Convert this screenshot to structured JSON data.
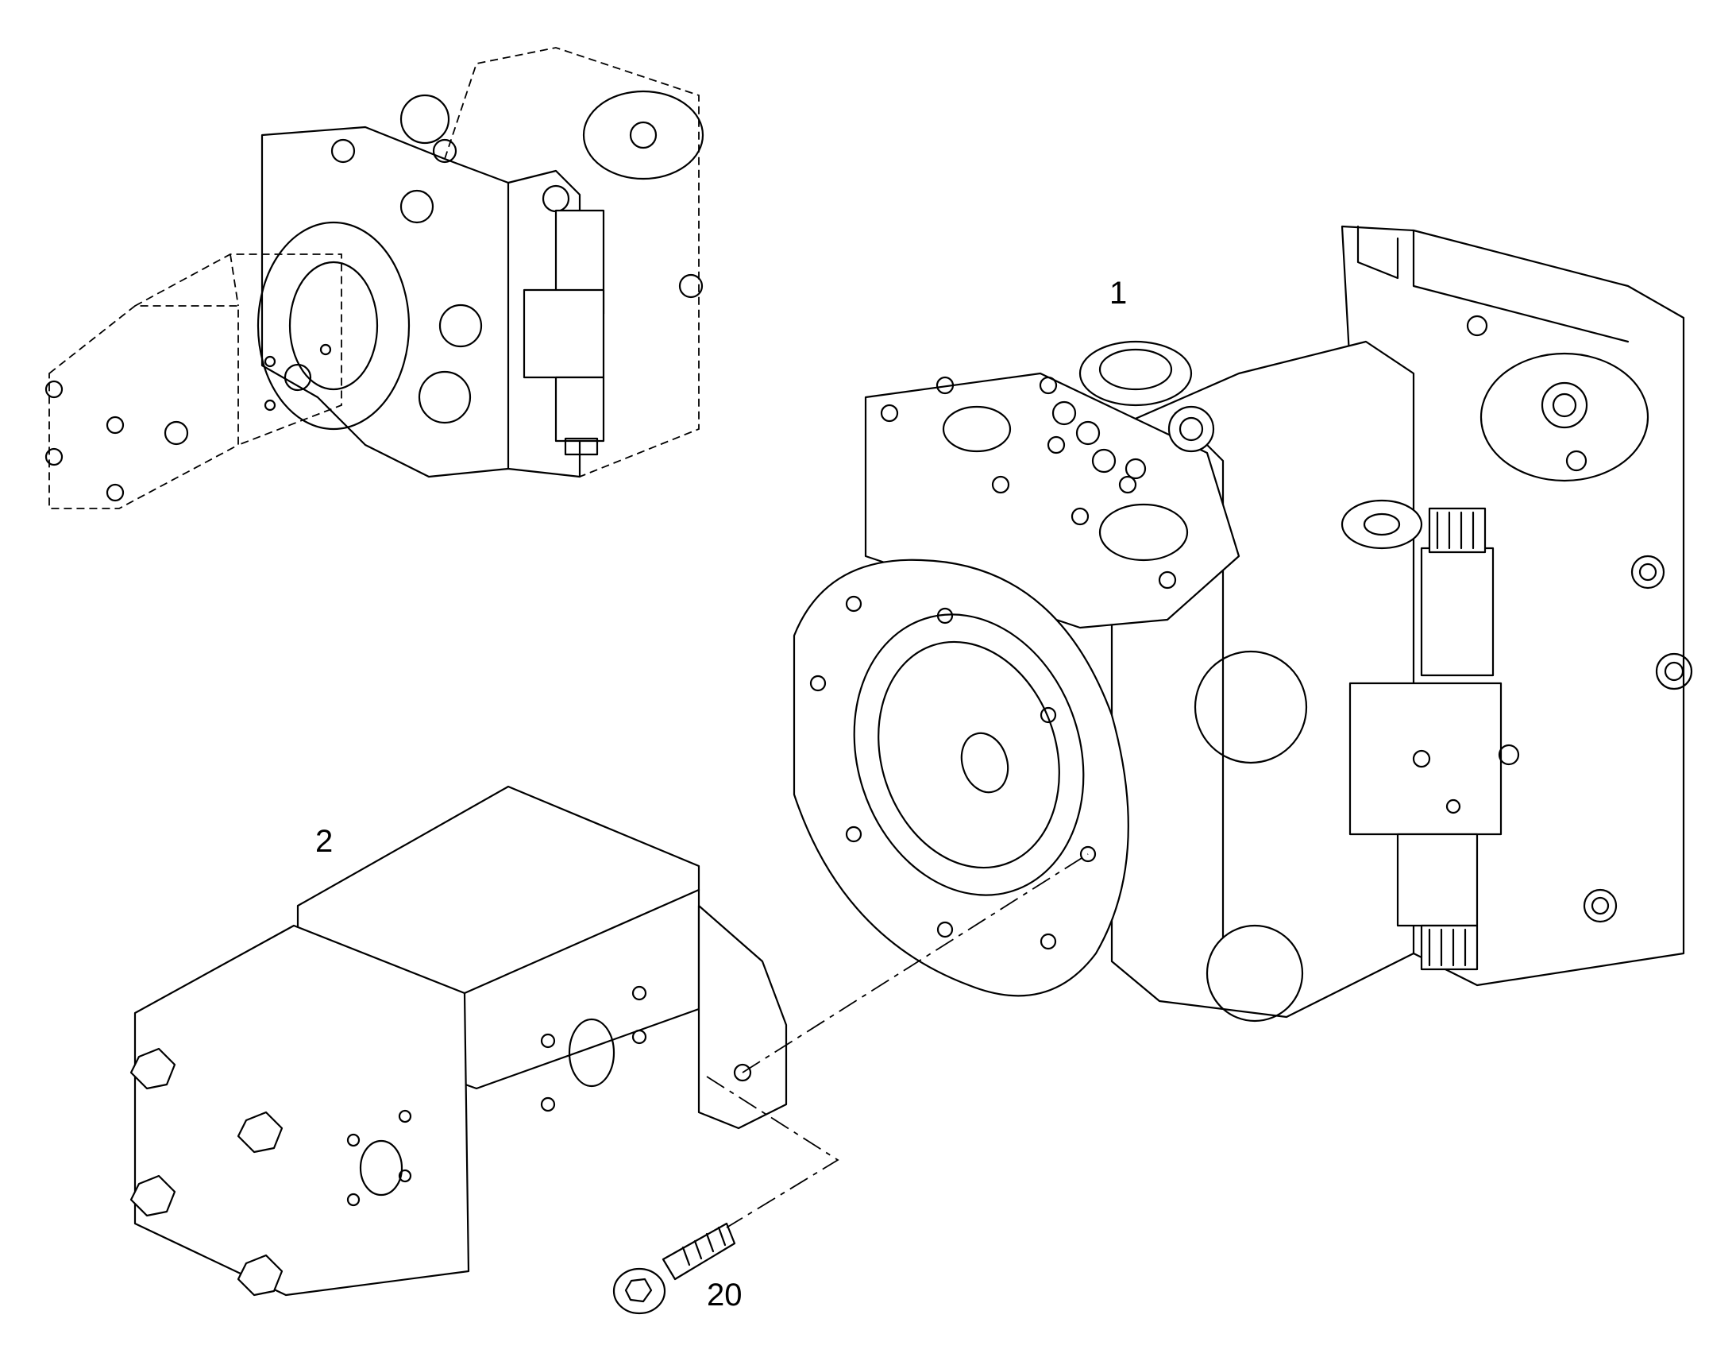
{
  "callouts": {
    "pump_assembly": "1",
    "gear_pump": "2",
    "screw": "20"
  },
  "colors": {
    "line": "#000000",
    "background": "#ffffff"
  }
}
